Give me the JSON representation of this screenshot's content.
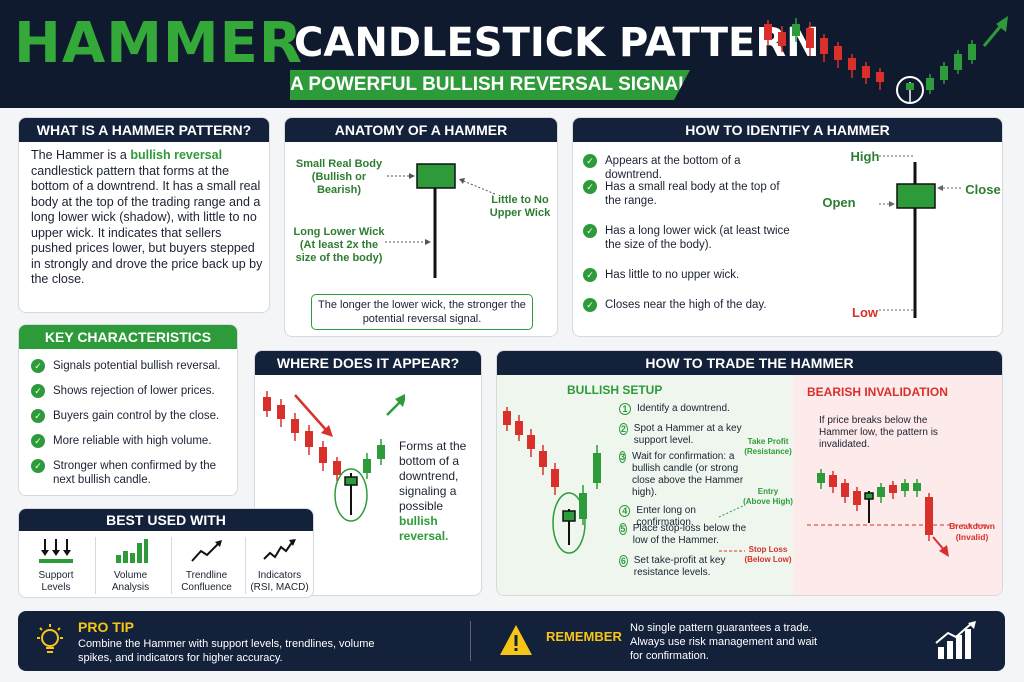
{
  "header": {
    "title_green": "HAMMER",
    "title_white": "CANDLESTICK PATTERN",
    "subtitle": "A POWERFUL BULLISH REVERSAL SIGNAL"
  },
  "what": {
    "heading": "WHAT IS A HAMMER PATTERN?",
    "p1": "The Hammer is a ",
    "p1_green": "bullish reversal",
    "p2": " candlestick pattern that forms at the bottom of a downtrend. It has a small real body at the top of the trading range and a long lower wick (shadow), with little to no upper wick. It indicates that sellers pushed prices lower, but buyers stepped in strongly and drove the price back up by the close."
  },
  "anatomy": {
    "heading": "ANATOMY OF A HAMMER",
    "body_label": "Small Real Body\n(Bullish or Bearish)",
    "upper_label": "Little to No\nUpper Wick",
    "lower_label": "Long Lower Wick\n(At least 2x the\nsize of the body)",
    "note": "The longer the lower wick, the stronger the potential reversal signal."
  },
  "identify": {
    "heading": "HOW TO IDENTIFY A HAMMER",
    "items": [
      "Appears at the bottom of a downtrend.",
      "Has a small real body at the top of the range.",
      "Has a long lower wick (at least twice the size of the body).",
      "Has little to no upper wick.",
      "Closes near the high of the day."
    ],
    "high": "High",
    "open": "Open",
    "close": "Close",
    "low": "Low"
  },
  "key": {
    "heading": "KEY CHARACTERISTICS",
    "items": [
      "Signals potential bullish reversal.",
      "Shows rejection of lower prices.",
      "Buyers gain control by the close.",
      "More reliable with high volume.",
      "Stronger when confirmed by the next bullish candle."
    ]
  },
  "where": {
    "heading": "WHERE DOES IT APPEAR?",
    "text": "Forms at the bottom of a downtrend, signaling a possible ",
    "text_green": "bullish reversal."
  },
  "best": {
    "heading": "BEST USED WITH",
    "items": [
      "Support\nLevels",
      "Volume\nAnalysis",
      "Trendline\nConfluence",
      "Indicators\n(RSI, MACD)"
    ]
  },
  "trade": {
    "heading": "HOW TO TRADE THE HAMMER",
    "bull_heading": "BULLISH SETUP",
    "steps": [
      "Identify a downtrend.",
      "Spot a Hammer at a key support level.",
      "Wait for confirmation: a bullish candle (or strong close above the Hammer high).",
      "Enter long on confirmation.",
      "Place stop-loss below the low of the Hammer.",
      "Set take-profit at key resistance levels."
    ],
    "take_profit": "Take Profit\n(Resistance)",
    "entry": "Entry\n(Above High)",
    "stop_loss": "Stop Loss\n(Below Low)",
    "bear_heading": "BEARISH INVALIDATION",
    "bear_text": "If price breaks below the Hammer low, the pattern is invalidated.",
    "breakdown": "Breakdown\n(Invalid)"
  },
  "footer": {
    "pro_title": "PRO TIP",
    "pro_text": "Combine the Hammer with support levels, trendlines, volume spikes, and indicators for higher accuracy.",
    "rem_title": "REMEMBER",
    "rem_text": "No single pattern guarantees a trade. Always use risk management and wait for confirmation."
  },
  "colors": {
    "green": "#2e9b3a",
    "red": "#d9302c",
    "navy": "#14213a"
  }
}
